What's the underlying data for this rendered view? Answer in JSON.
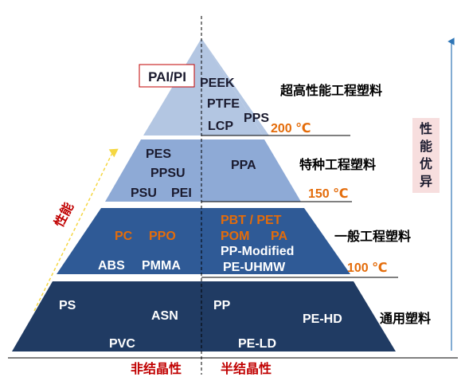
{
  "colors": {
    "tier1": "#b3c6e2",
    "tier2": "#8eaad6",
    "tier3": "#2f5a96",
    "tier4": "#203b63",
    "accent_orange": "#e46c0a",
    "accent_red": "#c00000",
    "arrow_blue": "#2e75b6",
    "arrow_yellow": "#f5d742",
    "badge_bg": "#f7dede",
    "tier_label": "#000000",
    "light_text": "#ffffff",
    "dark_text": "#1a1a2e"
  },
  "tiers": [
    {
      "name": "超高性能工程塑料",
      "temperature": "200 ℃",
      "materials": [
        "PAI/PI",
        "PEEK",
        "PTFE",
        "LCP",
        "PPS"
      ]
    },
    {
      "name": "特种工程塑料",
      "temperature": "150 ℃",
      "materials": [
        "PES",
        "PPSU",
        "PSU",
        "PEI",
        "PPA"
      ]
    },
    {
      "name": "一般工程塑料",
      "temperature": "100 ℃",
      "materials": [
        "PC",
        "PPO",
        "ABS",
        "PMMA",
        "PBT / PET",
        "POM",
        "PA",
        "PP-Modified",
        "PE-UHMW"
      ]
    },
    {
      "name": "通用塑料",
      "materials": [
        "PS",
        "ASN",
        "PVC",
        "PP",
        "PE-HD",
        "PE-LD"
      ]
    }
  ],
  "axis": {
    "amorphous": "非结晶性",
    "semi_crystalline": "半结晶性",
    "performance_left": "性能",
    "performance_right": "性能优异"
  }
}
